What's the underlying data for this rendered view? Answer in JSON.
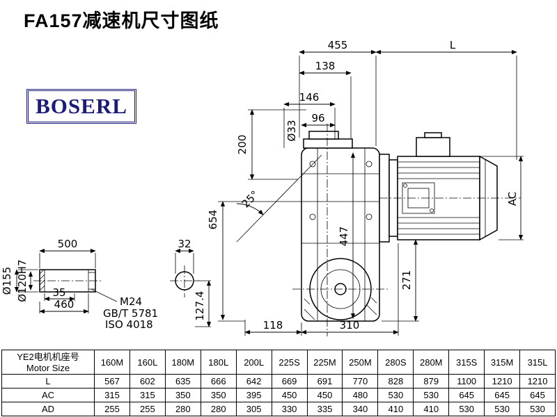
{
  "title": "FA157减速机尺寸图纸",
  "logo": "BOSERL",
  "dims": {
    "w455": "455",
    "L": "L",
    "w138": "138",
    "w146": "146",
    "w96": "96",
    "dia33": "Ø33",
    "h200": "200",
    "ang25": "25°",
    "h654": "654",
    "AC": "AC",
    "h447": "447",
    "h271": "271",
    "w118": "118",
    "w310": "310",
    "w500": "500",
    "w32": "32",
    "w35": "35",
    "w460": "460",
    "dia155": "Ø155",
    "dia120": "Ø120H7",
    "thread": "M24",
    "std1": "GB/T 5781",
    "std2": "ISO 4018",
    "h127": "127.4"
  },
  "table": {
    "header_cn": "YE2电机机座号",
    "header_en": "Motor Size",
    "sizes": [
      "160M",
      "160L",
      "180M",
      "180L",
      "200L",
      "225S",
      "225M",
      "250M",
      "280S",
      "280M",
      "315S",
      "315M",
      "315L"
    ],
    "rows": [
      {
        "label": "L",
        "values": [
          "567",
          "602",
          "635",
          "666",
          "642",
          "669",
          "691",
          "770",
          "828",
          "879",
          "1100",
          "1210",
          "1210"
        ]
      },
      {
        "label": "AC",
        "values": [
          "315",
          "315",
          "350",
          "350",
          "395",
          "450",
          "450",
          "480",
          "530",
          "530",
          "645",
          "645",
          "645"
        ]
      },
      {
        "label": "AD",
        "values": [
          "255",
          "255",
          "280",
          "280",
          "305",
          "330",
          "335",
          "340",
          "410",
          "410",
          "530",
          "530",
          "530"
        ]
      }
    ]
  }
}
